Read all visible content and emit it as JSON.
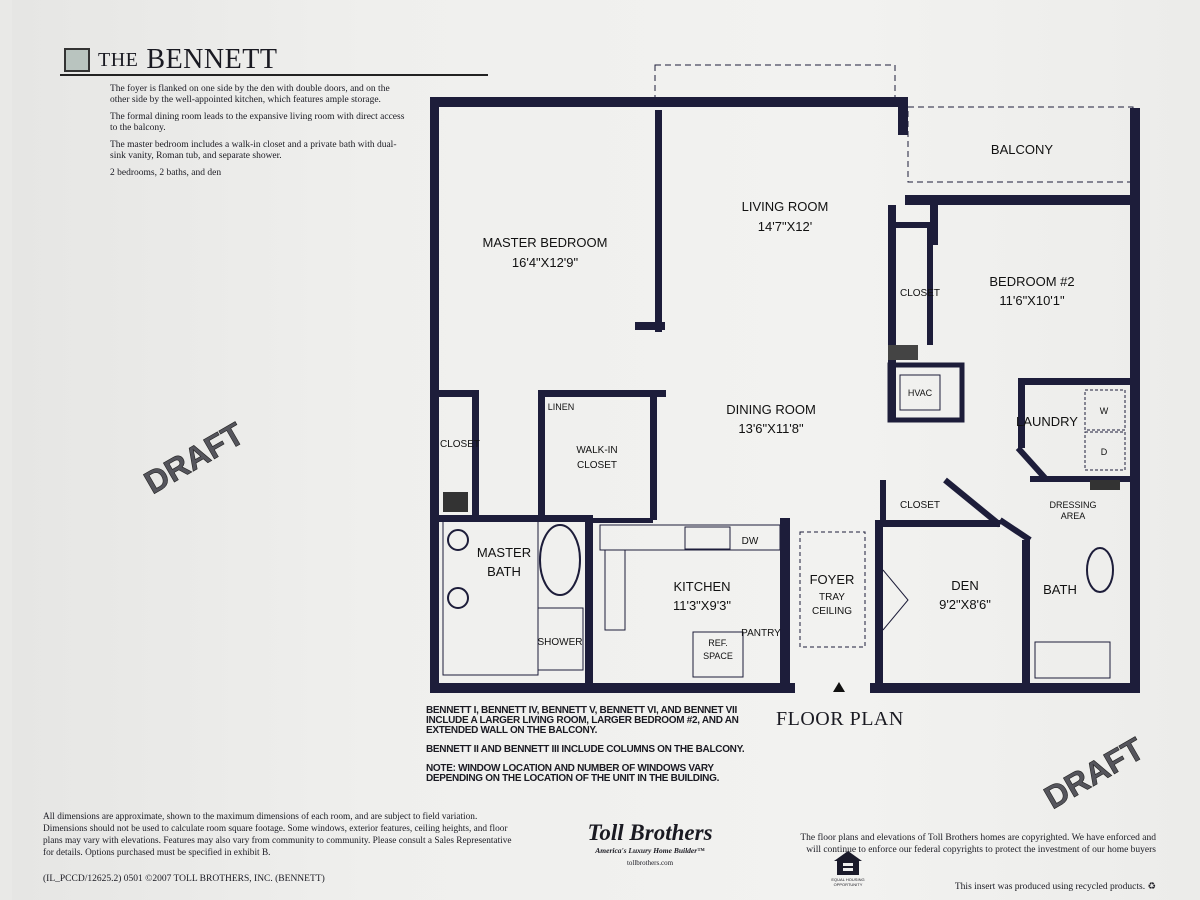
{
  "header": {
    "the": "THE",
    "name": "BENNETT"
  },
  "description": [
    "The foyer is flanked on one side by the den with double doors, and on the other side by the well-appointed kitchen, which features ample storage.",
    "The formal dining room leads to the expansive living room with direct access to the balcony.",
    "The master bedroom includes a walk-in closet and a private bath with dual-sink vanity, Roman tub, and separate shower.",
    "2 bedrooms, 2 baths, and den"
  ],
  "stamp": "DRAFT",
  "rooms": {
    "balcony": "BALCONY",
    "living": "LIVING ROOM",
    "living_dim": "14'7\"X12'",
    "master": "MASTER BEDROOM",
    "master_dim": "16'4\"X12'9\"",
    "bed2": "BEDROOM #2",
    "bed2_dim": "11'6\"X10'1\"",
    "closet": "CLOSET",
    "hvac": "HVAC",
    "laundry": "LAUNDRY",
    "w": "W",
    "d": "D",
    "dining": "DINING ROOM",
    "dining_dim": "13'6\"X11'8\"",
    "linen": "LINEN",
    "walkin": "WALK-IN",
    "walkin2": "CLOSET",
    "mbath1": "MASTER",
    "mbath2": "BATH",
    "shower": "SHOWER",
    "dw": "DW",
    "kitchen": "KITCHEN",
    "kitchen_dim": "11'3\"X9'3\"",
    "pantry": "PANTRY",
    "ref1": "REF.",
    "ref2": "SPACE",
    "foyer": "FOYER",
    "tray1": "TRAY",
    "tray2": "CEILING",
    "den": "DEN",
    "den_dim": "9'2\"X8'6\"",
    "dressing1": "DRESSING",
    "dressing2": "AREA",
    "bath": "BATH"
  },
  "notes": [
    "BENNETT I, BENNETT IV, BENNETT V, BENNETT VI, AND BENNET VII INCLUDE A LARGER LIVING ROOM, LARGER BEDROOM #2, AND AN EXTENDED WALL ON THE BALCONY.",
    "BENNETT II AND BENNETT III INCLUDE COLUMNS ON THE BALCONY.",
    "NOTE: WINDOW LOCATION AND NUMBER OF WINDOWS VARY DEPENDING ON THE LOCATION OF THE UNIT IN THE BUILDING."
  ],
  "floor_plan_label": "FLOOR PLAN",
  "disclaimer": "All dimensions are approximate, shown to the maximum dimensions of each room, and are subject to field variation. Dimensions should not be used to calculate room square footage. Some windows, exterior features, ceiling heights, and floor plans may vary with elevations. Features may also vary from community to community. Please consult a Sales Representative for details. Options purchased must be specified in exhibit B.",
  "code": "(IL_PCCD/12625.2) 0501 ©2007 TOLL BROTHERS, INC. (BENNETT)",
  "brand": {
    "name": "Toll Brothers",
    "tagline": "America's Luxury Home Builder™",
    "url": "tollbrothers.com"
  },
  "eho": "EQUAL HOUSING OPPORTUNITY",
  "copyright": "The floor plans and elevations of Toll Brothers homes are copyrighted. We have enforced and will continue to enforce our federal copyrights to protect the investment of our home buyers",
  "recycled": "This insert was produced using recycled products."
}
